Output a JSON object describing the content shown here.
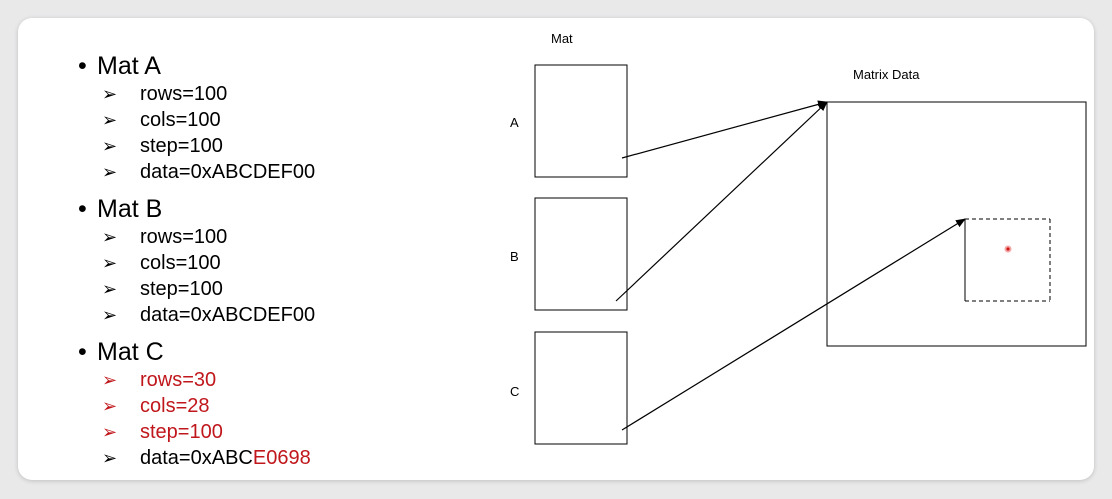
{
  "mats": [
    {
      "heading": "Mat A",
      "props": [
        {
          "text": "rows=100",
          "red": false
        },
        {
          "text": "cols=100",
          "red": false
        },
        {
          "text": "step=100",
          "red": false
        },
        {
          "text": "data=0xABCDEF00",
          "red": false
        }
      ]
    },
    {
      "heading": "Mat B",
      "props": [
        {
          "text": "rows=100",
          "red": false
        },
        {
          "text": "cols=100",
          "red": false
        },
        {
          "text": "step=100",
          "red": false
        },
        {
          "text": "data=0xABCDEF00",
          "red": false
        }
      ]
    },
    {
      "heading": "Mat C",
      "props": [
        {
          "text": "rows=30",
          "red": true
        },
        {
          "text": "cols=28",
          "red": true
        },
        {
          "text": "step=100",
          "red": true
        }
      ],
      "data_prefix": "data=0xABC",
      "data_suffix": "E0698"
    }
  ],
  "bullet_glyph": "•",
  "arrow_glyph": "➢",
  "diagram": {
    "mat_title": "Mat",
    "matrix_title": "Matrix Data",
    "box_labels": [
      "A",
      "B",
      "C"
    ]
  },
  "colors": {
    "highlight": "#c0171c",
    "card": "#ffffff",
    "background": "#e9e9ea"
  }
}
